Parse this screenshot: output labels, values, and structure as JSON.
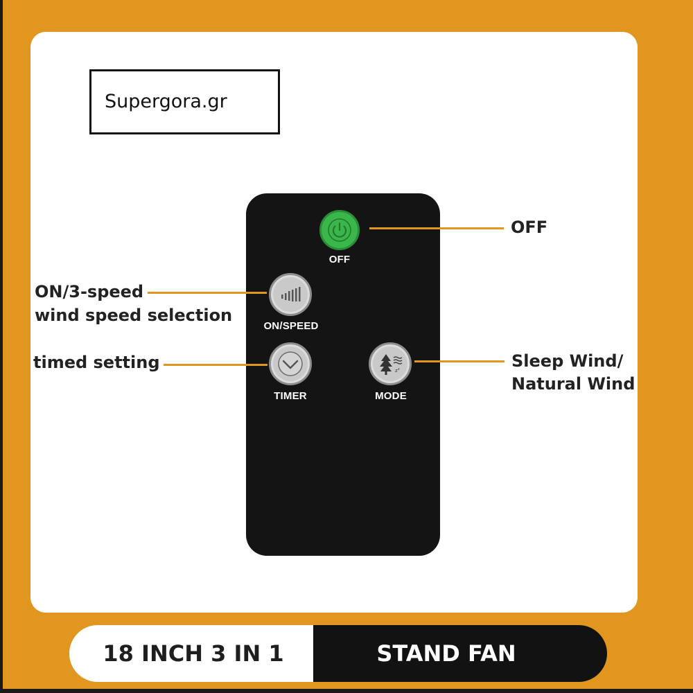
{
  "watermark": {
    "text": "Supergora.gr"
  },
  "colors": {
    "accent": "#e0961f",
    "power_button": "#3bb64a",
    "remote_body": "#141414",
    "panel": "#ffffff"
  },
  "remote": {
    "buttons": [
      {
        "id": "off",
        "label": "OFF",
        "icon": "power-icon"
      },
      {
        "id": "speed",
        "label": "ON/SPEED",
        "icon": "speed-bars-icon"
      },
      {
        "id": "timer",
        "label": "TIMER",
        "icon": "chevron-down-icon"
      },
      {
        "id": "mode",
        "label": "MODE",
        "icon": "tree-wind-icon"
      }
    ]
  },
  "callouts": {
    "off": "OFF",
    "speed_line1": "ON/3-speed",
    "speed_line2": "wind speed selection",
    "timer": "timed setting",
    "mode_line1": "Sleep Wind/",
    "mode_line2": "Natural Wind"
  },
  "banner": {
    "left": "18 INCH 3 IN 1",
    "right": "STAND FAN"
  }
}
